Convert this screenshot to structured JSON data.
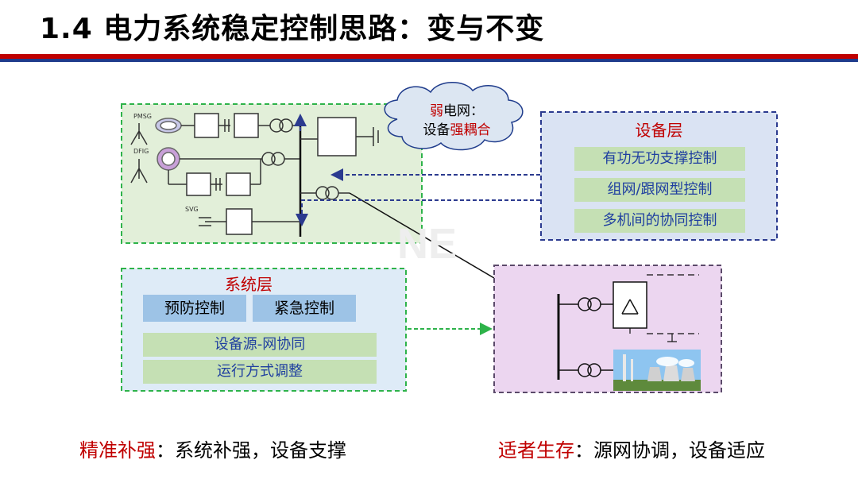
{
  "title": "1.4 电力系统稳定控制思路：变与不变",
  "cloud": {
    "line1_red": "弱",
    "line1_rest": "电网：",
    "line2_black": "设备",
    "line2_red": "强耦合"
  },
  "diagram_labels": {
    "pmsg": "PMSG",
    "dfig": "DFIG",
    "svg": "SVG"
  },
  "device_layer": {
    "title": "设备层",
    "items": [
      "有功无功支撑控制",
      "组网/跟网型控制",
      "多机间的协同控制"
    ]
  },
  "system_layer": {
    "title": "系统层",
    "top_items": [
      "预防控制",
      "紧急控制"
    ],
    "items": [
      "设备源-网协同",
      "运行方式调整"
    ]
  },
  "bottom": {
    "left_red": "精准补强",
    "left_rest": "：系统补强，设备支撑",
    "right_red": "适者生存",
    "right_rest": "：源网协调，设备适应"
  },
  "colors": {
    "title_band_red": "#c00000",
    "title_band_blue": "#1f3c8c",
    "accent_red": "#c00000",
    "green_box": "#2eb34a",
    "navy_box": "#2b3a8f",
    "pill_green": "#c5e0b4",
    "pill_blue": "#9dc3e6",
    "purple_box": "#5b4a6a"
  }
}
